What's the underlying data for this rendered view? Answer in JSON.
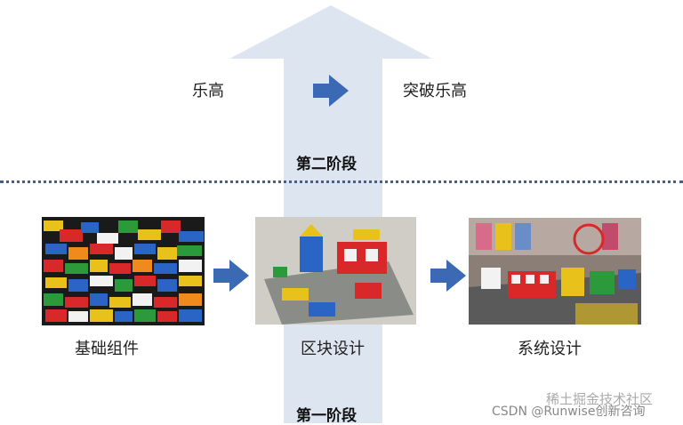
{
  "top": {
    "left_label": "乐高",
    "right_label": "突破乐高",
    "stage_label": "第二阶段"
  },
  "bottom": {
    "items": [
      {
        "label": "基础组件"
      },
      {
        "label": "区块设计"
      },
      {
        "label": "系统设计"
      }
    ],
    "stage_label": "第一阶段"
  },
  "colors": {
    "big_arrow": "#dde5f1",
    "small_arrow": "#3b69b3",
    "divider": "#3f5f95"
  },
  "watermark": {
    "site": "CSDN @Runwise创新咨询",
    "community": "稀土掘金技术社区"
  }
}
